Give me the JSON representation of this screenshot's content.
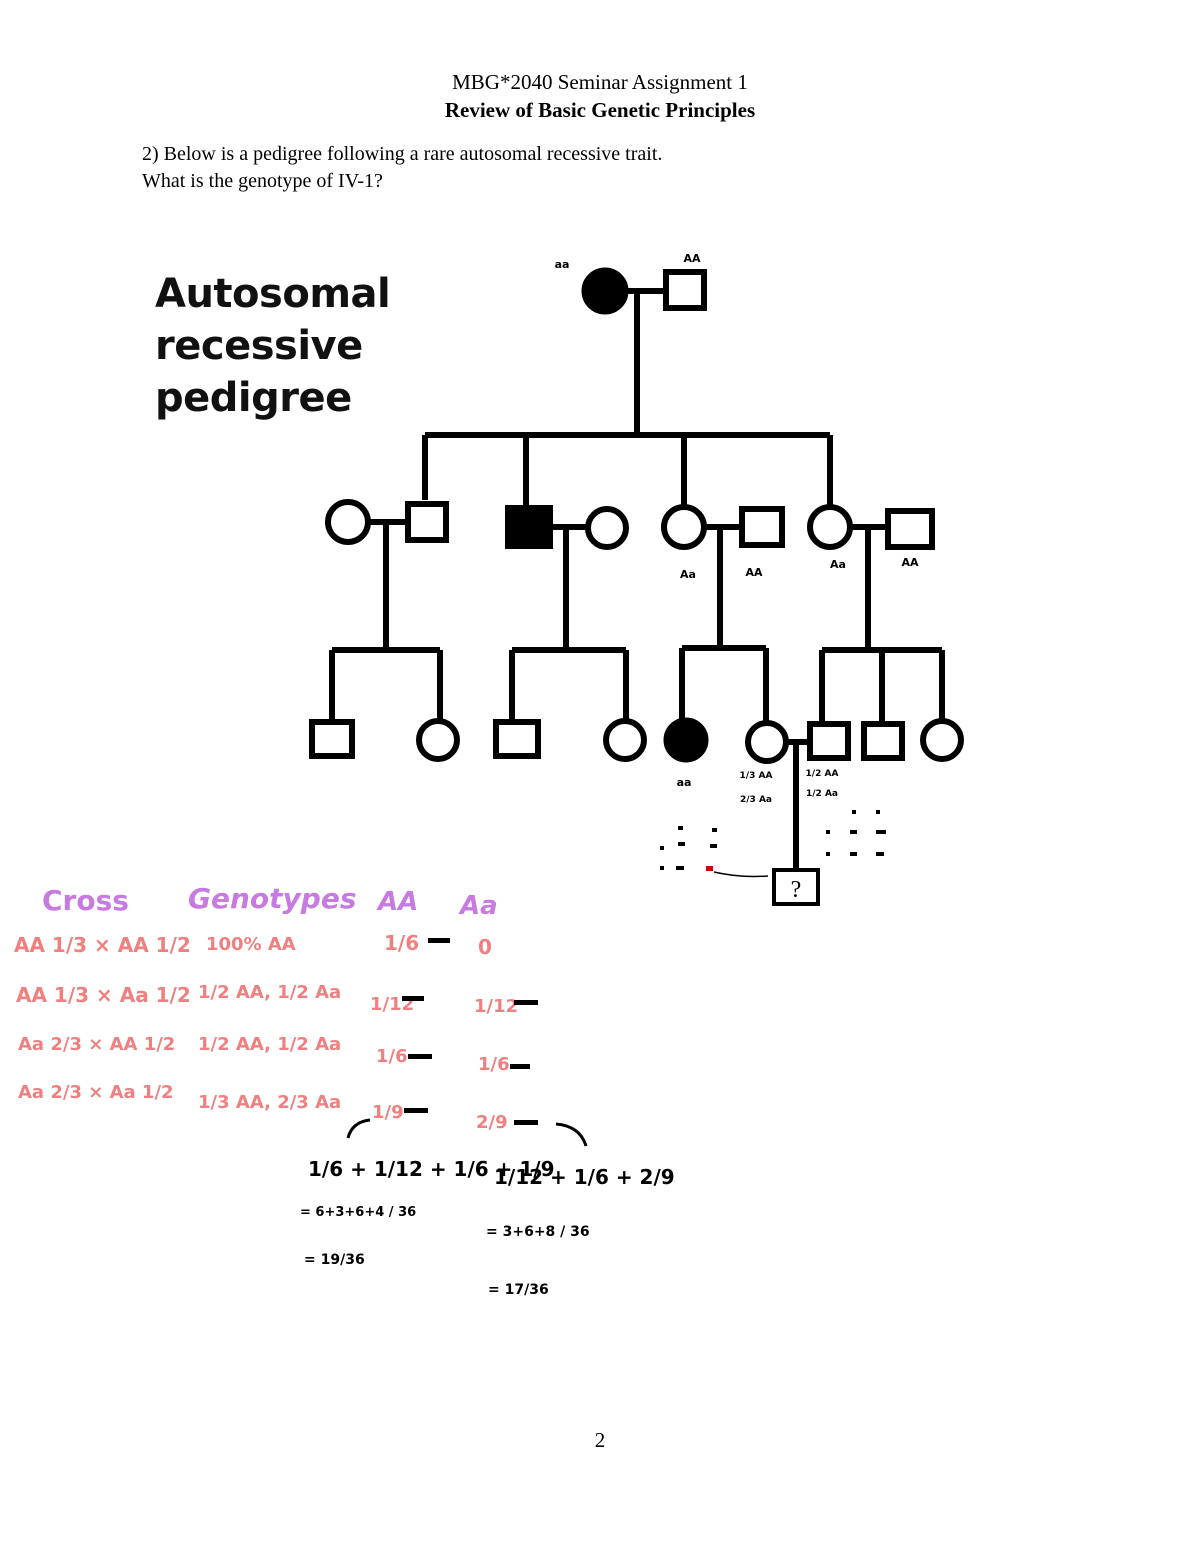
{
  "header": {
    "line1": "MBG*2040 Seminar Assignment 1",
    "line2": "Review of Basic Genetic Principles"
  },
  "question": {
    "line1": "2) Below is a pedigree following a rare autosomal recessive trait.",
    "line2": "What is the genotype of IV-1?"
  },
  "figure": {
    "title_lines": [
      "Autosomal",
      "recessive",
      "pedigree"
    ],
    "unknown_symbol": "?"
  },
  "annotations": {
    "gen1": [
      "aa",
      "AA"
    ],
    "gen2": [
      "Aa",
      "AA",
      "Aa",
      "AA"
    ],
    "gen3_affected": "aa",
    "gen3_left": [
      "1/3 AA",
      "2/3 Aa"
    ],
    "gen3_right": [
      "1/2 AA",
      "1/2 Aa"
    ]
  },
  "work": {
    "headers": [
      "Cross",
      "Genotypes",
      "AA",
      "Aa"
    ],
    "crosses": [
      "AA 1/3 × AA 1/2",
      "AA 1/3 × Aa 1/2",
      "Aa 2/3 × AA 1/2",
      "Aa 2/3 × Aa 1/2"
    ],
    "genotypes": [
      "100% AA",
      "1/2 AA, 1/2 Aa",
      "1/2 AA, 1/2 Aa",
      "1/3 AA, 2/3 Aa"
    ],
    "AA_col": [
      "1/6",
      "1/12",
      "1/6",
      "1/9"
    ],
    "Aa_col": [
      "0",
      "1/12",
      "1/6",
      "2/9"
    ],
    "sum_AA": [
      "1/6 + 1/12 + 1/6 + 1/9",
      "= 6+3+6+4 / 36",
      "= 19/36"
    ],
    "sum_Aa": [
      "1/12 + 1/6 + 2/9",
      "= 3+6+8 / 36",
      "= 17/36"
    ]
  },
  "page_number": "2"
}
